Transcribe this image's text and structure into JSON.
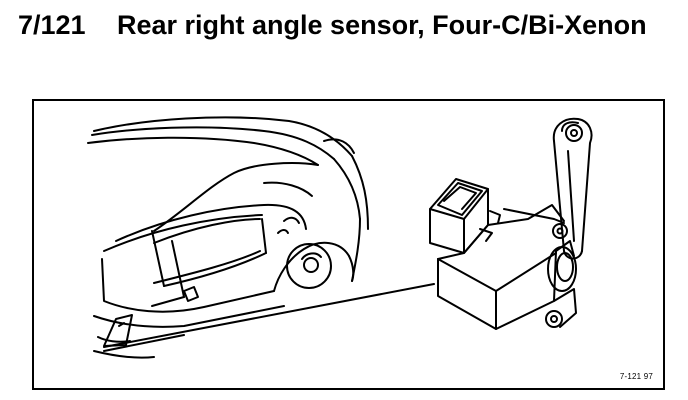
{
  "heading": {
    "code": "7/121",
    "title": "Rear right angle sensor, Four-C/Bi-Xenon"
  },
  "figure": {
    "reference": "7-121 97",
    "illustration": "car-rear-angle-sensor"
  }
}
